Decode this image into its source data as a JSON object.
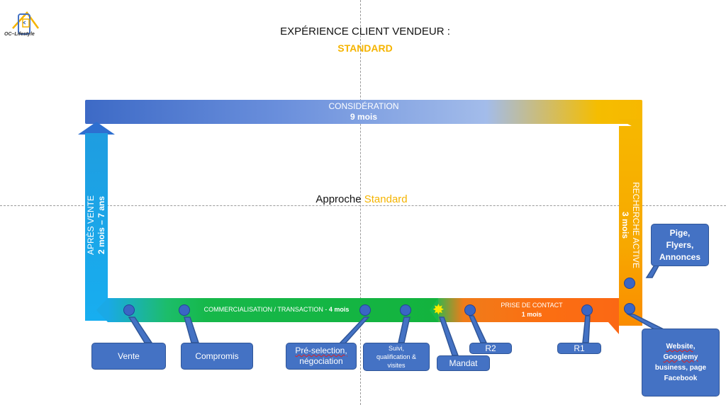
{
  "logo": {
    "text": "OC–Lifestyle"
  },
  "header": {
    "title": "EXPÉRIENCE CLIENT VENDEUR :",
    "subtitle": "STANDARD"
  },
  "center": {
    "prefix": "Approche ",
    "highlight": "Standard"
  },
  "bars": {
    "top": {
      "label": "CONSIDÉRATION",
      "duration": "9 mois"
    },
    "left": {
      "label": "APRÈS VENTE",
      "duration": "2 mois – 7 ans"
    },
    "right": {
      "label": "RECHERCHE ACTIVE",
      "duration": "3 mois"
    },
    "green": {
      "label": "COMMERCIALISATION / TRANSACTION - ",
      "duration": "4 mois"
    },
    "orange": {
      "label": "PRISE DE CONTACT",
      "duration": "1 mois"
    }
  },
  "callouts": {
    "vente": "Vente",
    "compromis": "Compromis",
    "preselection_1": "Pré-selection,",
    "preselection_2": "négociation",
    "suivi_1": "Suivi,",
    "suivi_2": "qualification  &",
    "suivi_3": "visites",
    "mandat": "Mandat",
    "r2": "R2",
    "r1": "R1",
    "pige_1": "Pige,",
    "pige_2": "Flyers,",
    "pige_3": "Annonces",
    "web_1": "Website,",
    "web_2": "Googlemy",
    "web_3": "business, page",
    "web_4": "Facebook"
  },
  "colors": {
    "accent": "#f5b400",
    "callout": "#4472c4",
    "green": "#13b33e",
    "orange": "#fb6814",
    "blue": "#3d6ac6"
  }
}
